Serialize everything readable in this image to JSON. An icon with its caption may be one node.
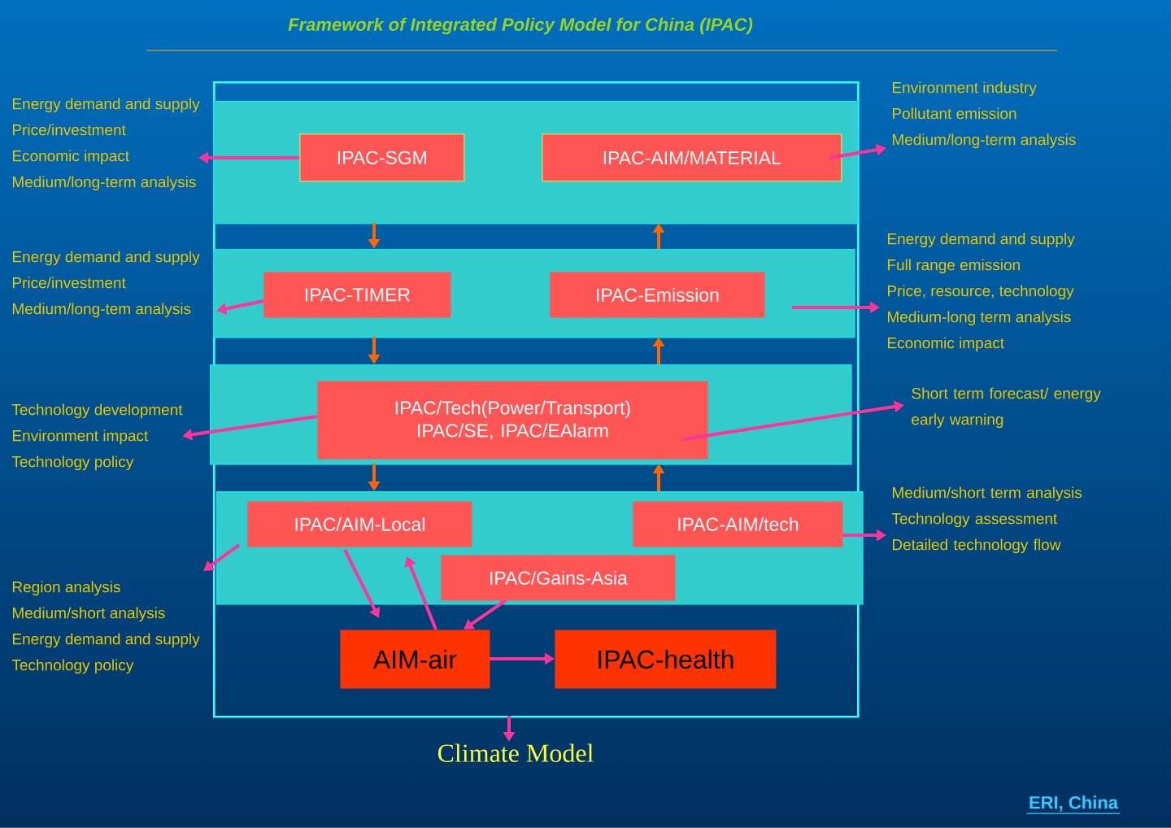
{
  "diagram": {
    "title": "Framework of Integrated Policy Model for China (IPAC)",
    "nodes": [
      {
        "text": [],
        "shape": "box"
      },
      {
        "text": [],
        "shape": "band",
        "in": 0
      },
      {
        "text": [
          "IPAC-SGM"
        ],
        "in": 1
      },
      {
        "text": [
          "IPAC-AIM/MATERIAL"
        ],
        "in": 1
      },
      {
        "text": [],
        "shape": "band",
        "in": 0
      },
      {
        "text": [
          "IPAC-TIMER"
        ],
        "in": 4
      },
      {
        "text": [
          "IPAC-Emission"
        ],
        "in": 4
      },
      {
        "text": [],
        "shape": "band",
        "in": 0
      },
      {
        "text": [
          "IPAC/Tech(Power/Transport) IPAC/SE, IPAC/EAlarm"
        ],
        "in": 7
      },
      {
        "text": [],
        "shape": "band",
        "in": 0
      },
      {
        "text": [
          "IPAC/AIM-Local"
        ],
        "in": 9
      },
      {
        "text": [
          "IPAC-AIM/tech"
        ],
        "in": 9
      },
      {
        "text": [
          "IPAC/Gains-Asia"
        ],
        "in": 9
      },
      {
        "text": [
          "AIM-air"
        ],
        "in": 0
      },
      {
        "text": [
          "IPAC-health"
        ],
        "in": 0
      },
      {
        "text": [
          "Energy demand and supply",
          "Price/investment",
          "Economic impact",
          "Medium/long-term analysis"
        ]
      },
      {
        "text": [
          "Environment industry",
          "Pollutant emission",
          "Medium/long-term analysis"
        ]
      },
      {
        "text": [
          "Energy demand and supply",
          "Price/investment",
          "Medium/long-tem analysis"
        ]
      },
      {
        "text": [
          "Energy demand and supply",
          "Full range emission",
          "Price, resource, technology",
          "Medium-long term analysis",
          "Economic impact"
        ]
      },
      {
        "text": [
          "Technology development",
          "Environment impact",
          "Technology policy"
        ]
      },
      {
        "text": [
          "Short term forecast/ energy early warning"
        ]
      },
      {
        "text": [
          "Medium/short term analysis",
          "Technology assessment",
          "Detailed technology flow"
        ]
      },
      {
        "text": [
          "Region analysis",
          "Medium/short analysis",
          "Energy demand and supply",
          "Technology policy"
        ]
      },
      {
        "text": [
          "Climate Model"
        ]
      }
    ],
    "edges": [
      {
        "from": 2,
        "to": 15,
        "arrow": "to"
      },
      {
        "from": 3,
        "to": 16,
        "arrow": "to"
      },
      {
        "from": 5,
        "to": 17,
        "arrow": "to"
      },
      {
        "from": 6,
        "to": 18,
        "arrow": "to"
      },
      {
        "from": 8,
        "to": 19,
        "arrow": "to"
      },
      {
        "from": 8,
        "to": 20,
        "arrow": "to"
      },
      {
        "from": 11,
        "to": 21,
        "arrow": "to"
      },
      {
        "from": 10,
        "to": 22,
        "arrow": "to"
      },
      {
        "from": 10,
        "to": 13,
        "arrow": "to"
      },
      {
        "from": 13,
        "to": 10,
        "arrow": "to"
      },
      {
        "from": 12,
        "to": 13,
        "arrow": "to"
      },
      {
        "from": 13,
        "to": 14,
        "arrow": "to"
      },
      {
        "from": 0,
        "to": 23,
        "arrow": "to"
      },
      {
        "from": 1,
        "to": 4,
        "arrow": "to",
        "color": "#ff6600"
      },
      {
        "from": 4,
        "to": 7,
        "arrow": "to",
        "color": "#ff6600"
      },
      {
        "from": 7,
        "to": 9,
        "arrow": "to",
        "color": "#ff6600"
      },
      {
        "from": 9,
        "to": 7,
        "arrow": "to",
        "color": "#ff6600"
      },
      {
        "from": 7,
        "to": 4,
        "arrow": "to",
        "color": "#ff6600"
      },
      {
        "from": 4,
        "to": 1,
        "arrow": "to",
        "color": "#ff6600"
      }
    ],
    "labels": [
      "ERI, China"
    ]
  }
}
